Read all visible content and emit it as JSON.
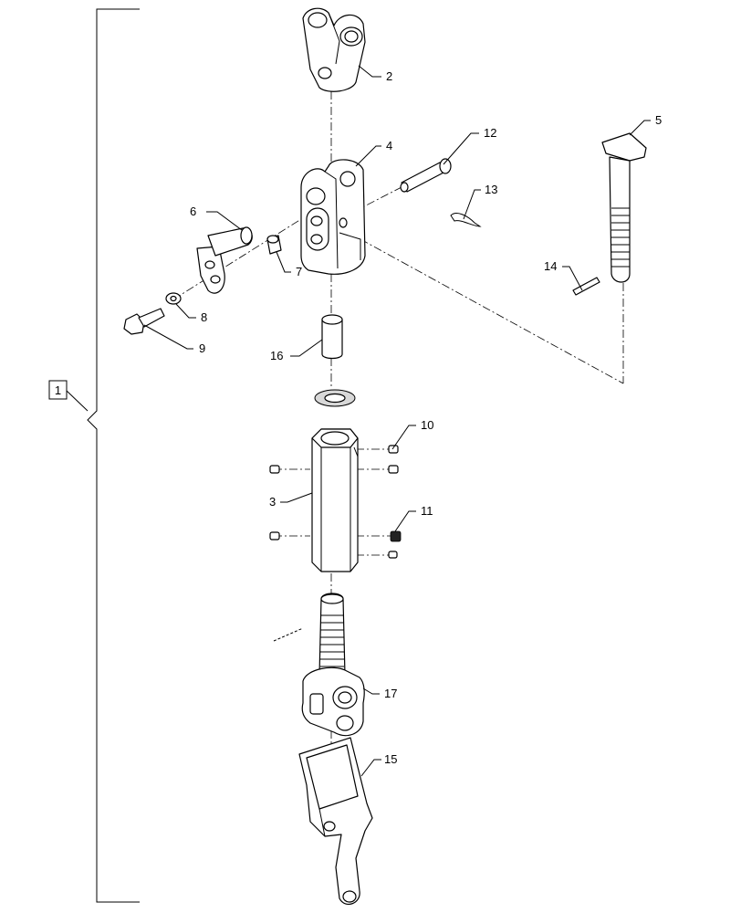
{
  "diagram": {
    "assembly_label": "1",
    "callouts": [
      {
        "id": "c2",
        "text": "2"
      },
      {
        "id": "c3",
        "text": "3"
      },
      {
        "id": "c4",
        "text": "4"
      },
      {
        "id": "c5",
        "text": "5"
      },
      {
        "id": "c6",
        "text": "6"
      },
      {
        "id": "c7",
        "text": "7"
      },
      {
        "id": "c8",
        "text": "8"
      },
      {
        "id": "c9",
        "text": "9"
      },
      {
        "id": "c10",
        "text": "10"
      },
      {
        "id": "c11",
        "text": "11"
      },
      {
        "id": "c12",
        "text": "12"
      },
      {
        "id": "c13",
        "text": "13"
      },
      {
        "id": "c14",
        "text": "14"
      },
      {
        "id": "c15",
        "text": "15"
      },
      {
        "id": "c16",
        "text": "16"
      },
      {
        "id": "c17",
        "text": "17"
      }
    ]
  }
}
